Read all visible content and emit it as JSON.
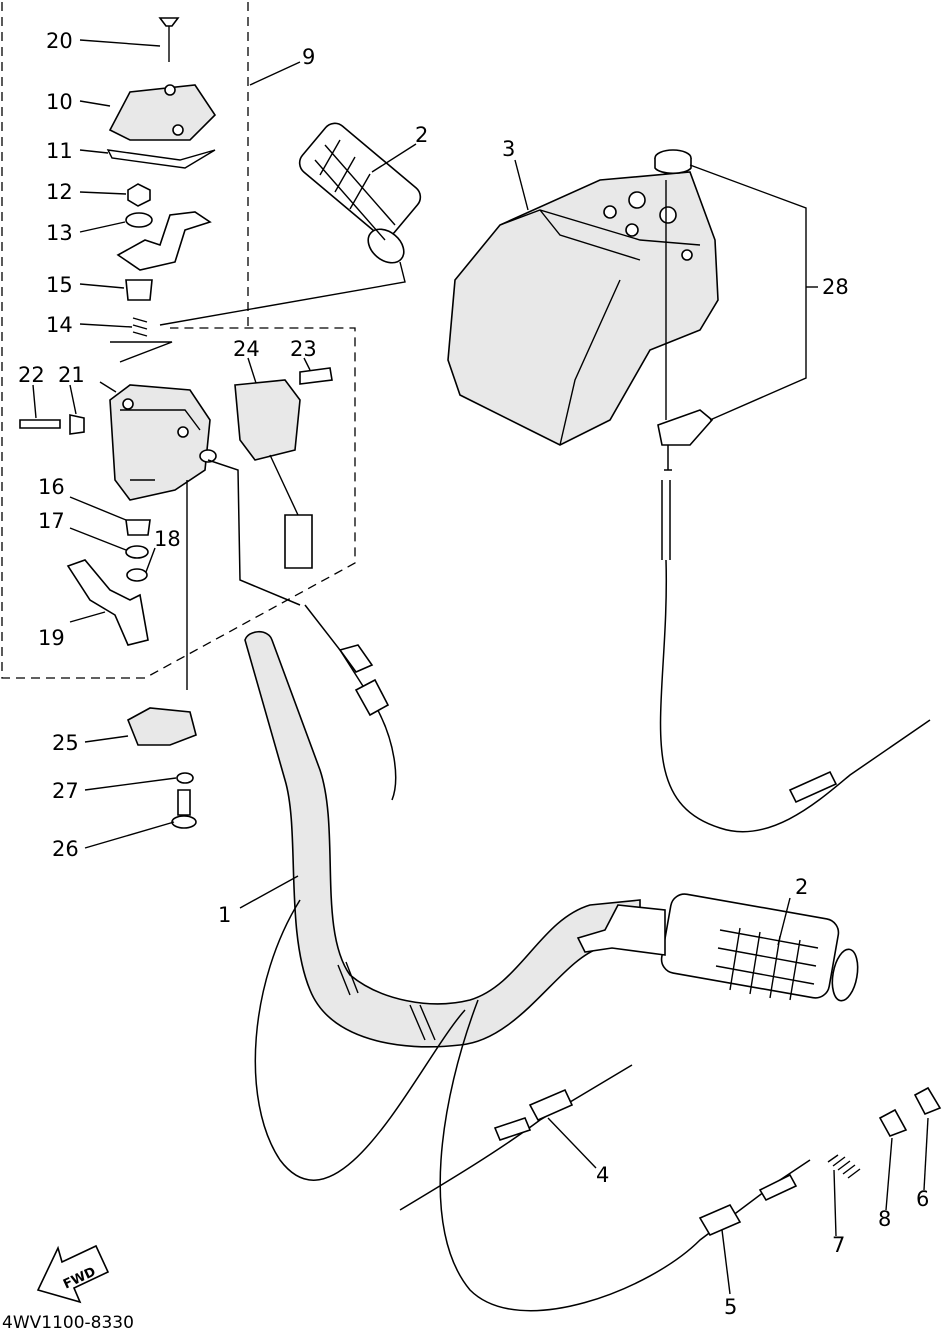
{
  "diagram": {
    "callouts": [
      "1",
      "2",
      "2",
      "3",
      "4",
      "5",
      "6",
      "7",
      "8",
      "9",
      "10",
      "11",
      "12",
      "13",
      "14",
      "15",
      "16",
      "17",
      "18",
      "19",
      "20",
      "21",
      "22",
      "23",
      "24",
      "25",
      "26",
      "27",
      "28"
    ],
    "fwd_label": "FWD",
    "drawing_code": "4WV1100-8330"
  }
}
